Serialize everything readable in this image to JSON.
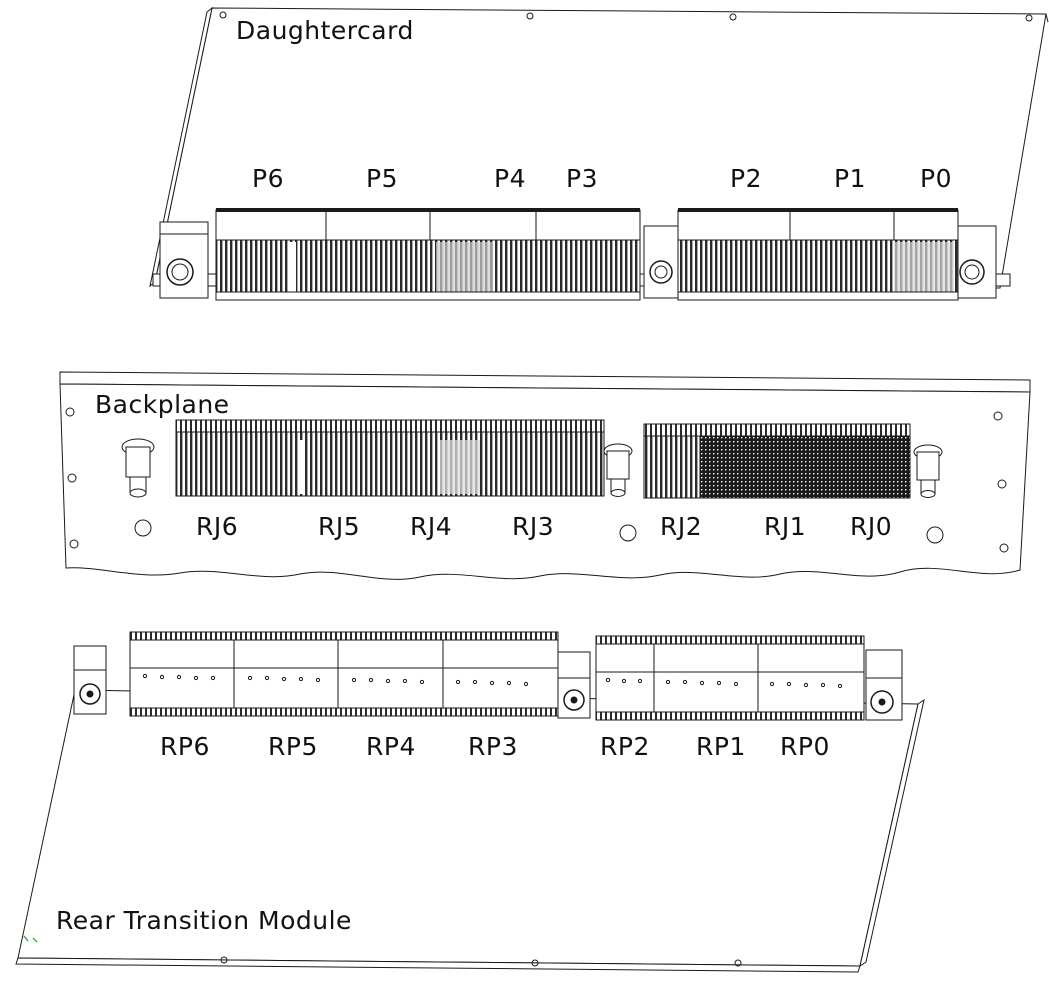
{
  "colors": {
    "line": "#1a1a1a",
    "fill": "#ffffff",
    "accent": "#4caf50"
  },
  "daughtercard": {
    "title": "Daughtercard",
    "connectors": [
      "P6",
      "P5",
      "P4",
      "P3",
      "P2",
      "P1",
      "P0"
    ]
  },
  "backplane": {
    "title": "Backplane",
    "connectors": [
      "RJ6",
      "RJ5",
      "RJ4",
      "RJ3",
      "RJ2",
      "RJ1",
      "RJ0"
    ]
  },
  "rtm": {
    "title": "Rear Transition Module",
    "connectors": [
      "RP6",
      "RP5",
      "RP4",
      "RP3",
      "RP2",
      "RP1",
      "RP0"
    ]
  }
}
